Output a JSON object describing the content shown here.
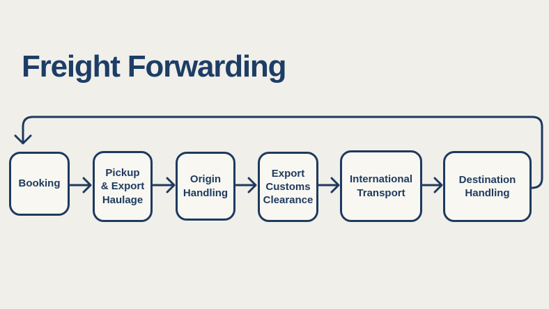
{
  "page": {
    "title": "Freight Forwarding"
  },
  "colors": {
    "background": "#f0efe9",
    "box_fill": "#f8f7f2",
    "line": "#1e3a5e",
    "title": "#1d3d66"
  },
  "flow": {
    "steps": [
      {
        "label": "Booking"
      },
      {
        "label": "Pickup\n& Export\nHaulage"
      },
      {
        "label": "Origin\nHandling"
      },
      {
        "label": "Export\nCustoms\nClearance"
      },
      {
        "label": "International\nTransport"
      },
      {
        "label": "Destination\nHandling"
      }
    ],
    "connectors": {
      "sequence_arrow_icon": "arrow-right-icon",
      "feedback_loop": "Destination Handling back to Booking",
      "feedback_arrow_icon": "arrow-down-icon"
    }
  }
}
